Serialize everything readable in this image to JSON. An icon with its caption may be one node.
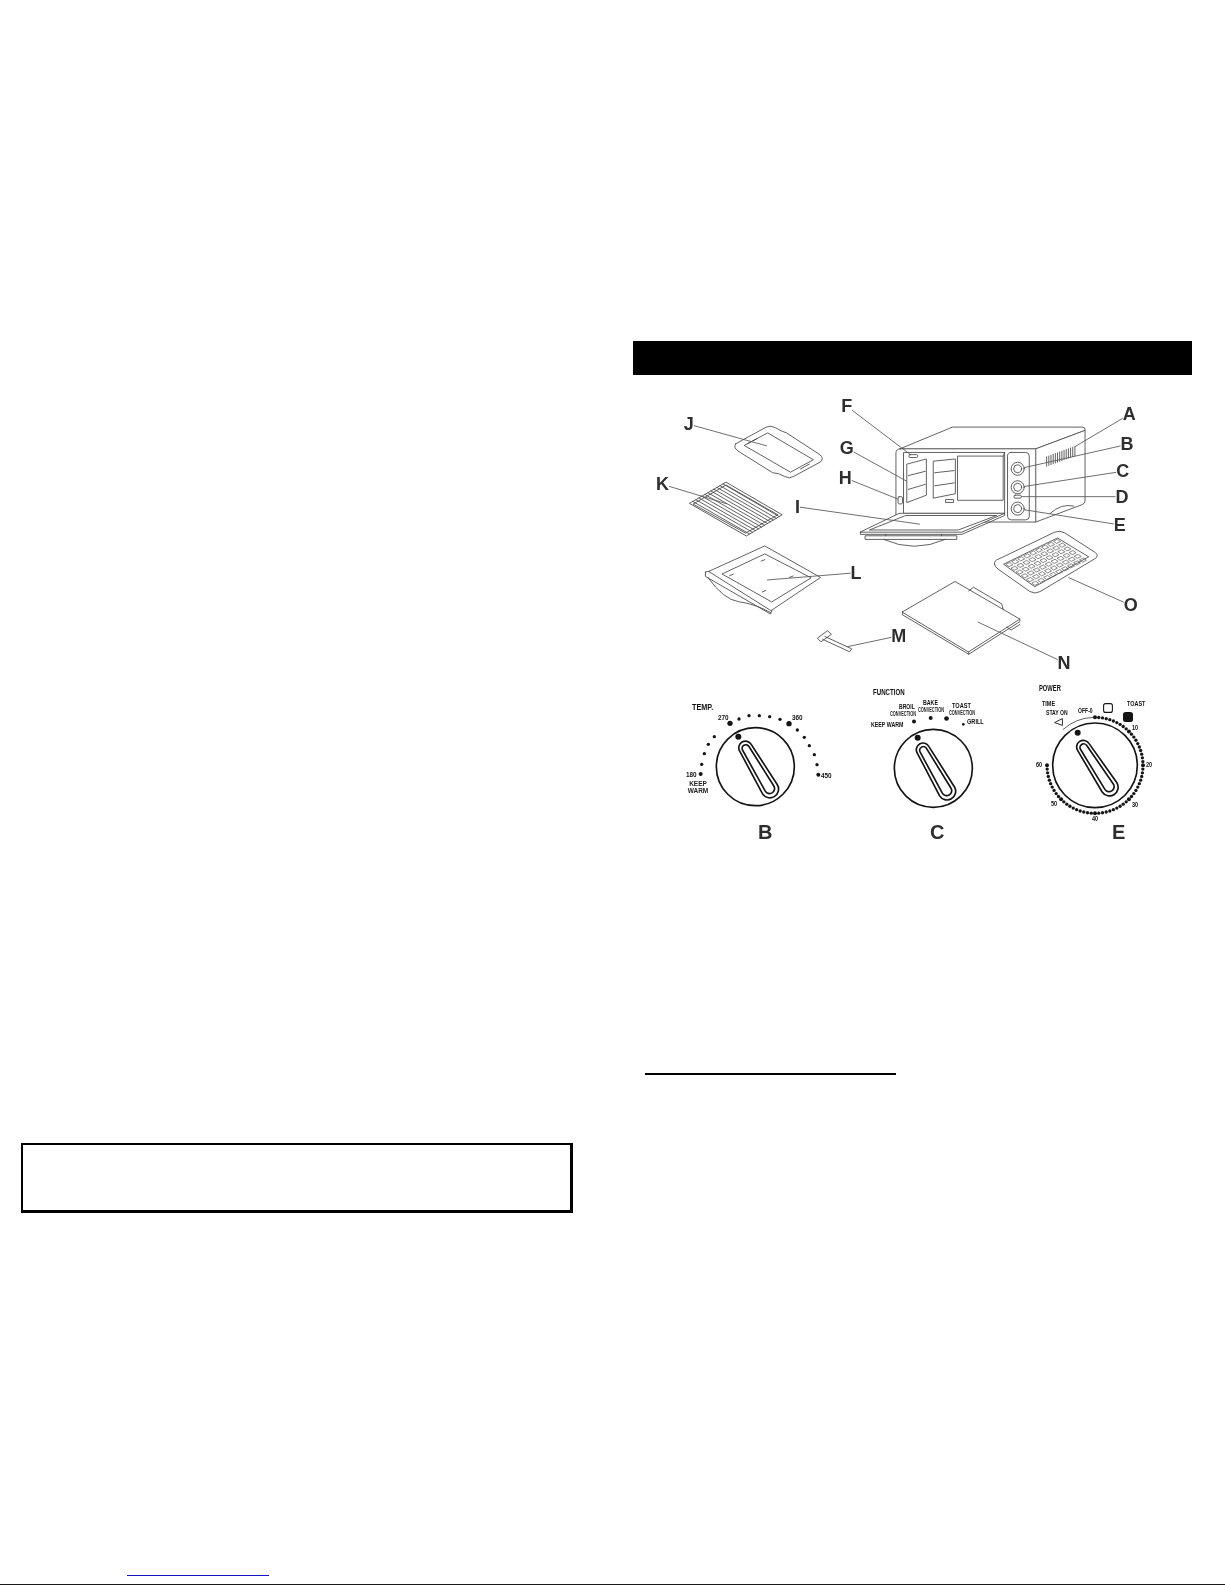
{
  "diagram": {
    "nodes": [
      {
        "text": [
          "F"
        ]
      },
      {
        "text": [
          "A"
        ]
      },
      {
        "text": [
          "J"
        ]
      },
      {
        "text": [
          "B"
        ]
      },
      {
        "text": [
          "G"
        ]
      },
      {
        "text": [
          "C"
        ]
      },
      {
        "text": [
          "H"
        ]
      },
      {
        "text": [
          "K"
        ]
      },
      {
        "text": [
          "D"
        ]
      },
      {
        "text": [
          "I"
        ]
      },
      {
        "text": [
          "E"
        ]
      },
      {
        "text": [
          "L"
        ]
      },
      {
        "text": [
          "O"
        ]
      },
      {
        "text": [
          "M"
        ]
      },
      {
        "text": [
          "N"
        ]
      },
      {
        "text": [],
        "shape": "box"
      },
      {
        "text": [],
        "shape": "picture"
      },
      {
        "text": [],
        "shape": "picture"
      },
      {
        "text": [],
        "shape": "picture"
      },
      {
        "text": [],
        "shape": "picture"
      },
      {
        "text": [],
        "shape": "picture"
      },
      {
        "text": [],
        "shape": "box"
      },
      {
        "text": [],
        "shape": "picture"
      },
      {
        "text": [],
        "shape": "box"
      },
      {
        "text": [],
        "shape": "picture"
      },
      {
        "text": [],
        "shape": "picture"
      },
      {
        "text": [],
        "shape": "picture"
      },
      {
        "text": [],
        "shape": "picture"
      },
      {
        "text": [],
        "shape": "picture"
      },
      {
        "text": [],
        "shape": "picture"
      }
    ],
    "edges": [
      {
        "from": 0,
        "to": 15,
        "arrow": "none"
      },
      {
        "from": 1,
        "to": 16,
        "arrow": "none"
      },
      {
        "from": 2,
        "to": 17,
        "arrow": "none"
      },
      {
        "from": 3,
        "to": 18,
        "arrow": "none"
      },
      {
        "from": 4,
        "to": 19,
        "arrow": "none"
      },
      {
        "from": 5,
        "to": 20,
        "arrow": "none"
      },
      {
        "from": 6,
        "to": 21,
        "arrow": "none"
      },
      {
        "from": 7,
        "to": 22,
        "arrow": "none"
      },
      {
        "from": 8,
        "to": 23,
        "arrow": "none"
      },
      {
        "from": 9,
        "to": 24,
        "arrow": "none"
      },
      {
        "from": 10,
        "to": 25,
        "arrow": "none"
      },
      {
        "from": 11,
        "to": 26,
        "arrow": "none"
      },
      {
        "from": 12,
        "to": 27,
        "arrow": "none"
      },
      {
        "from": 13,
        "to": 28,
        "arrow": "none"
      },
      {
        "from": 14,
        "to": 29,
        "arrow": "none"
      }
    ],
    "labels": [
      "TEMP.",
      "270",
      "360",
      "180",
      "KEEP WARM",
      "450",
      "FUNCTION",
      "BROIL",
      "CONVECTION",
      "BAKE",
      "CONVECTION",
      "TOAST",
      "CONVECTION",
      "KEEP WARM",
      "GRILL",
      "POWER",
      "TIME",
      "STAY ON",
      "OFF-0",
      "TOAST",
      "10",
      "20",
      "30",
      "40",
      "50",
      "60",
      "B",
      "C",
      "E"
    ]
  }
}
